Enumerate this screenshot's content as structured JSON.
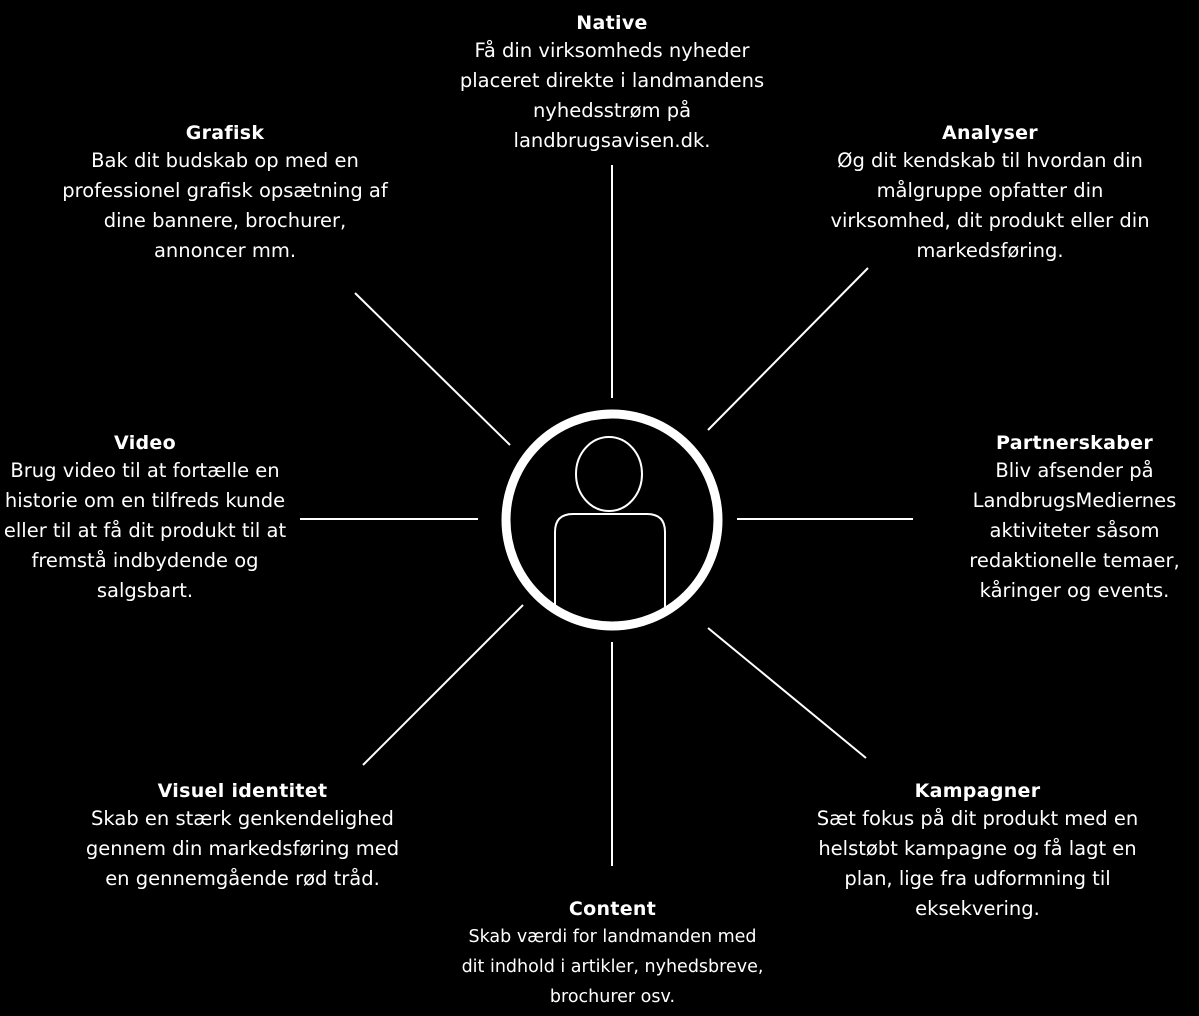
{
  "colors": {
    "background": "#000000",
    "foreground": "#ffffff"
  },
  "hub": {
    "icon": "person-icon"
  },
  "services": {
    "native": {
      "title": "Native",
      "desc": "Få din virksomheds nyheder placeret direkte i landmandens nyhedsstrøm på landbrugsavisen.dk."
    },
    "grafisk": {
      "title": "Grafisk",
      "desc": "Bak dit budskab op med en professionel grafisk opsætning af dine bannere, brochurer, annoncer mm."
    },
    "analyser": {
      "title": "Analyser",
      "desc": "Øg dit kendskab til hvordan din målgruppe opfatter din virksomhed, dit produkt eller din markedsføring."
    },
    "video": {
      "title": "Video",
      "desc": "Brug video til at fortælle en historie om en tilfreds kunde eller til at få dit produkt til at fremstå indbydende og salgsbart."
    },
    "partnerskaber": {
      "title": "Partnerskaber",
      "desc": "Bliv afsender på LandbrugsMediernes aktiviteter såsom redaktionelle temaer, kåringer og events."
    },
    "visuel": {
      "title": "Visuel identitet",
      "desc": "Skab en stærk genkendelighed gennem din markedsføring med en gennemgående rød tråd."
    },
    "kampagner": {
      "title": "Kampagner",
      "desc": "Sæt fokus på dit produkt med en helstøbt kampagne og få lagt en plan, lige fra udformning til eksekvering."
    },
    "content": {
      "title": "Content",
      "desc": "Skab værdi for landmanden med dit indhold i artikler, nyhedsbreve, brochurer osv."
    }
  }
}
